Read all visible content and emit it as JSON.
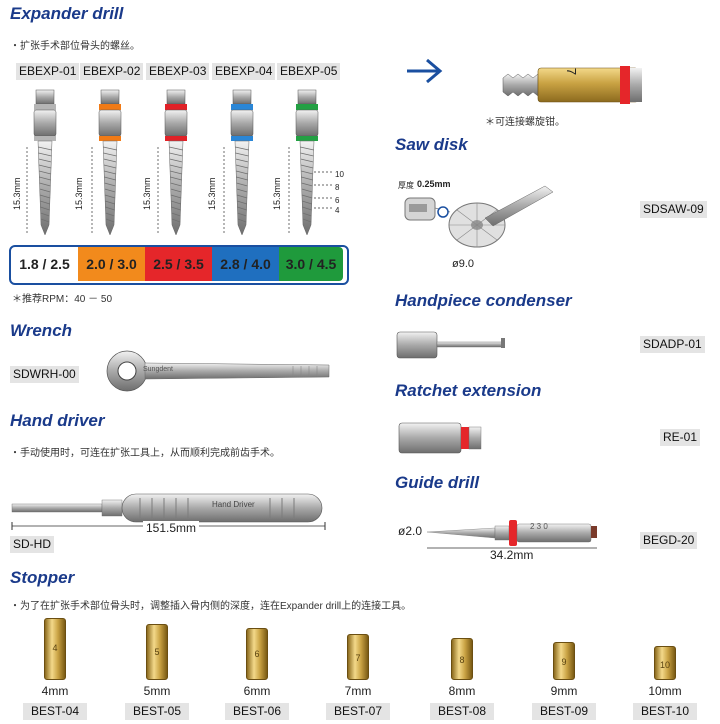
{
  "expander": {
    "title": "Expander drill",
    "note": "・扩张手术部位骨头的螺丝。",
    "codes": [
      "EBEXP-01",
      "EBEXP-02",
      "EBEXP-03",
      "EBEXP-04",
      "EBEXP-05"
    ],
    "length_label": "15.3mm",
    "depth_marks": [
      "10",
      "8",
      "6",
      "4"
    ],
    "bands": [
      {
        "label": "1.8 / 2.5",
        "color": "#ffffff",
        "text": "#111111"
      },
      {
        "label": "2.0 / 3.0",
        "color": "#f28a1c",
        "text": "#111111"
      },
      {
        "label": "2.5 / 3.5",
        "color": "#e5262a",
        "text": "#111111"
      },
      {
        "label": "2.8 / 4.0",
        "color": "#1f6fbf",
        "text": "#111111"
      },
      {
        "label": "3.0 / 4.5",
        "color": "#1f9a3c",
        "text": "#111111"
      }
    ],
    "band_colors": [
      "#9a9a9a",
      "#f07a16",
      "#e02127",
      "#2a86d6",
      "#23a043"
    ],
    "rpm_note": "＊推荐RPM：40 － 50"
  },
  "adapter": {
    "note": "＊可连接螺旋钳。",
    "number": "7"
  },
  "wrench": {
    "title": "Wrench",
    "code": "SDWRH-00",
    "brand": "Sungdent"
  },
  "hand_driver": {
    "title": "Hand driver",
    "note": "・手动使用时，可连在扩张工具上，从而顺利完成前齿手术。",
    "length": "151.5mm",
    "code": "SD-HD",
    "engraving": "Hand Driver"
  },
  "stopper": {
    "title": "Stopper",
    "note": "・为了在扩张手术部位骨头时，调整插入骨内侧的深度，连在Expander drill上的连接工具。",
    "items": [
      {
        "size": "4mm",
        "code": "BEST-04",
        "number": "4"
      },
      {
        "size": "5mm",
        "code": "BEST-05",
        "number": "5"
      },
      {
        "size": "6mm",
        "code": "BEST-06",
        "number": "6"
      },
      {
        "size": "7mm",
        "code": "BEST-07",
        "number": "7"
      },
      {
        "size": "8mm",
        "code": "BEST-08",
        "number": "8"
      },
      {
        "size": "9mm",
        "code": "BEST-09",
        "number": "9"
      },
      {
        "size": "10mm",
        "code": "BEST-10",
        "number": "10"
      }
    ]
  },
  "saw_disk": {
    "title": "Saw disk",
    "thickness_label": "厚度",
    "thickness": "0.25mm",
    "diameter": "ø9.0",
    "code": "SDSAW-09"
  },
  "condenser": {
    "title": "Handpiece condenser",
    "code": "SDADP-01"
  },
  "ratchet_ext": {
    "title": "Ratchet extension",
    "code": "RE-01"
  },
  "guide_drill": {
    "title": "Guide drill",
    "diameter": "ø2.0",
    "length": "34.2mm",
    "code": "BEGD-20",
    "marks": "2 3 0"
  }
}
